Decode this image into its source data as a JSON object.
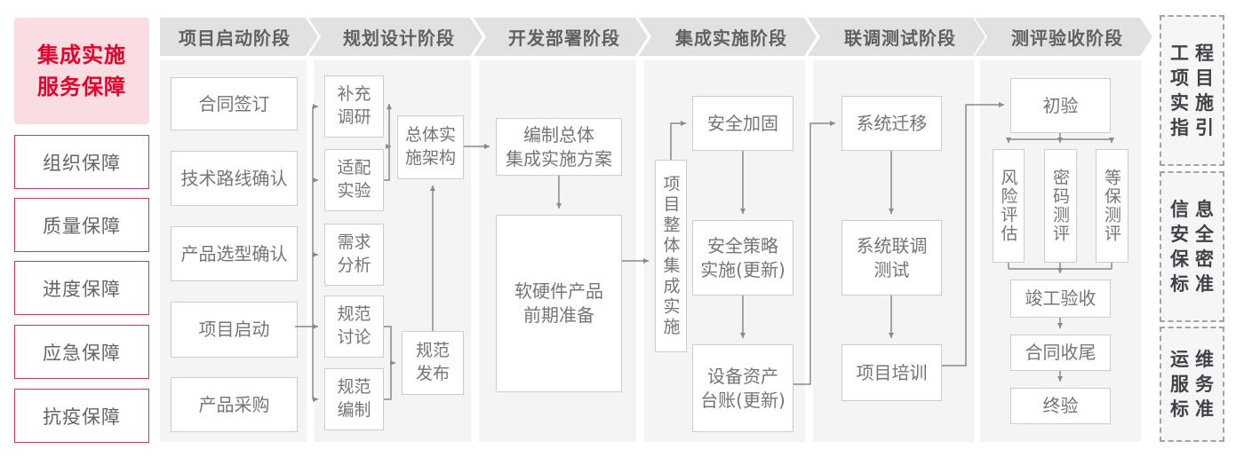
{
  "sidebar": {
    "title_lines": [
      "集成实施",
      "服务保障"
    ],
    "items": [
      {
        "label": "组织保障"
      },
      {
        "label": "质量保障"
      },
      {
        "label": "进度保障"
      },
      {
        "label": "应急保障"
      },
      {
        "label": "抗疫保障"
      }
    ]
  },
  "phases": [
    {
      "label": "项目启动阶段",
      "boxes": [
        {
          "label": "合同签订"
        },
        {
          "label": "技术路线确认"
        },
        {
          "label": "产品选型确认"
        },
        {
          "label": "项目启动"
        },
        {
          "label": "产品采购"
        }
      ]
    },
    {
      "label": "规划设计阶段",
      "boxes": [
        {
          "label": "补充\n调研"
        },
        {
          "label": "适配\n实验"
        },
        {
          "label": "需求\n分析"
        },
        {
          "label": "规范\n讨论"
        },
        {
          "label": "规范\n编制"
        },
        {
          "label": "总体实\n施架构"
        },
        {
          "label": "规范\n发布"
        }
      ]
    },
    {
      "label": "开发部署阶段",
      "boxes": [
        {
          "label": "编制总体\n集成实施方案"
        },
        {
          "label": "软硬件产品\n前期准备"
        }
      ]
    },
    {
      "label": "集成实施阶段",
      "boxes": [
        {
          "label": "项目整体集成实施"
        },
        {
          "label": "安全加固"
        },
        {
          "label": "安全策略\n实施(更新)"
        },
        {
          "label": "设备资产\n台账(更新)"
        }
      ]
    },
    {
      "label": "联调测试阶段",
      "boxes": [
        {
          "label": "系统迁移"
        },
        {
          "label": "系统联调\n测试"
        },
        {
          "label": "项目培训"
        }
      ]
    },
    {
      "label": "测评验收阶段",
      "boxes": [
        {
          "label": "初验"
        },
        {
          "label": "风险评估"
        },
        {
          "label": "密码测评"
        },
        {
          "label": "等保测评"
        },
        {
          "label": "竣工验收"
        },
        {
          "label": "合同收尾"
        },
        {
          "label": "终验"
        }
      ]
    }
  ],
  "standards": [
    {
      "lines": [
        "工程",
        "项目",
        "实施",
        "指引"
      ]
    },
    {
      "lines": [
        "信息",
        "安全",
        "保密",
        "标准"
      ]
    },
    {
      "lines": [
        "运维",
        "服务",
        "标准"
      ]
    }
  ],
  "colors": {
    "accent_red": "#e60027",
    "sidebar_border_red": "#c53b50",
    "pink_bg": "#f9dde2",
    "column_bg": "#f4f4f4",
    "banner_bg": "#e1e1e1",
    "box_border": "#cccccc",
    "box_text": "#737578",
    "banner_text": "#5e6164",
    "standard_text": "#3f4247",
    "connector_gray": "#8a8a8a"
  }
}
